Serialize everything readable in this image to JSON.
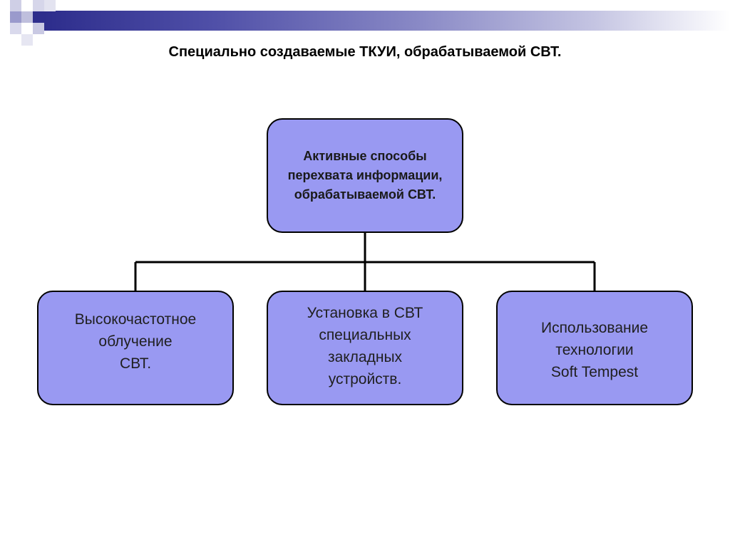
{
  "colors": {
    "node_fill": "#9999f2",
    "node_border": "#000000",
    "connector": "#000000",
    "header_dark": "#2d2d8c",
    "header_light": "#c4c4e2"
  },
  "slide": {
    "title": "Специально создаваемые ТКУИ, обрабатываемой СВТ."
  },
  "diagram": {
    "root": {
      "label": "Активные способы\nперехвата информации,\nобрабатываемой СВТ."
    },
    "children": [
      {
        "label": "Высокочастотное\nоблучение\nСВТ."
      },
      {
        "label": "Установка в СВТ\nспециальных\nзакладных\nустройств."
      },
      {
        "label": "Использование\nтехнологии\nSoft Tempest"
      }
    ]
  }
}
